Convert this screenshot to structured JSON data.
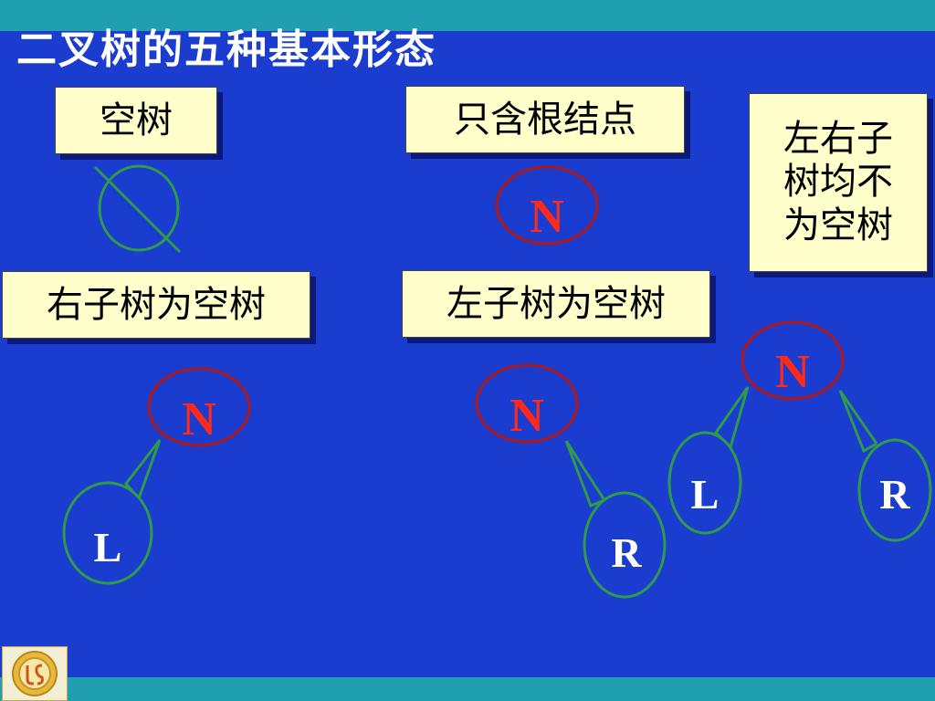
{
  "title": "二叉树的五种基本形态",
  "labels": {
    "empty_tree": "空树",
    "root_only": "只含根结点",
    "both_subtrees": [
      "左右子",
      "树均不",
      "为空树"
    ],
    "right_empty": "右子树为空树",
    "left_empty": "左子树为空树"
  },
  "nodes": {
    "root": "N",
    "left": "L",
    "right": "R"
  },
  "colors": {
    "background": "#1a3ccf",
    "band": "#1f9fb0",
    "label_fill": "#ffffcc",
    "root_outline": "#b01818",
    "root_text": "#ff2a1a",
    "child_outline": "#2f9a4a",
    "child_text": "#ffffff",
    "edge": "#2f9a4a"
  },
  "icons": {
    "empty_set": "empty-set-icon",
    "logo": "school-logo"
  }
}
